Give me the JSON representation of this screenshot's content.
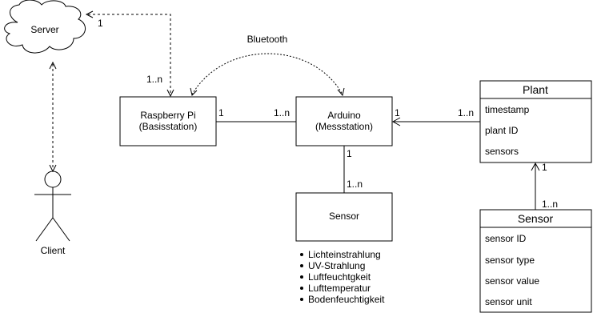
{
  "server": {
    "label": "Server"
  },
  "client": {
    "label": "Client"
  },
  "raspberry": {
    "line1": "Raspberry Pi",
    "line2": "(Basisstation)"
  },
  "arduino": {
    "line1": "Arduino",
    "line2": "(Messstation)"
  },
  "sensor_box": {
    "label": "Sensor"
  },
  "bluetooth": {
    "label": "Bluetooth"
  },
  "plant_class": {
    "title": "Plant",
    "fields": [
      "timestamp",
      "plant ID",
      "sensors"
    ]
  },
  "sensor_class": {
    "title": "Sensor",
    "fields": [
      "sensor ID",
      "sensor type",
      "sensor value",
      "sensor unit"
    ]
  },
  "sensor_list": [
    "Lichteinstrahlung",
    "UV-Strahlung",
    "Luftfeuchtgkeit",
    "Lufttemperatur",
    "Bodenfeuchtigkeit"
  ],
  "multiplicities": {
    "server_pi_server": "1",
    "server_pi_pi": "1..n",
    "pi_arduino_pi": "1",
    "pi_arduino_arduino": "1..n",
    "arduino_plant_arduino": "1",
    "arduino_plant_plant": "1..n",
    "arduino_sensor_arduino": "1",
    "arduino_sensor_sensor": "1..n",
    "plant_sensor_plant": "1",
    "plant_sensor_sensor": "1..n"
  }
}
